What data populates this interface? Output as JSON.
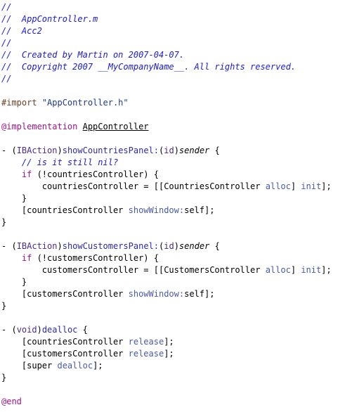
{
  "file": {
    "name": "AppController.m"
  },
  "colors": {
    "comment": "#1b1bd6",
    "preprocessor": "#6d3f1f",
    "keyword": "#a0138c",
    "string": "#1f3a8a",
    "type": "#4b2b8a",
    "selector": "#2a2aa8",
    "system_method": "#4a5aa8",
    "plain": "#000000",
    "background": "#ffffff"
  },
  "code": {
    "lines": [
      [
        {
          "t": "comment",
          "v": "//"
        }
      ],
      [
        {
          "t": "comment",
          "v": "//  AppController.m"
        }
      ],
      [
        {
          "t": "comment",
          "v": "//  Acc2"
        }
      ],
      [
        {
          "t": "comment",
          "v": "//"
        }
      ],
      [
        {
          "t": "comment",
          "v": "//  Created by Martin on 2007-04-07."
        }
      ],
      [
        {
          "t": "comment",
          "v": "//  Copyright 2007 __MyCompanyName__. All rights reserved."
        }
      ],
      [
        {
          "t": "comment",
          "v": "//"
        }
      ],
      [],
      [
        {
          "t": "preproc",
          "v": "#import"
        },
        {
          "t": "plain",
          "v": " "
        },
        {
          "t": "string",
          "v": "\"AppController.h\""
        }
      ],
      [],
      [
        {
          "t": "keyword",
          "v": "@implementation"
        },
        {
          "t": "plain",
          "v": " "
        },
        {
          "t": "classname",
          "v": "AppController"
        }
      ],
      [],
      [
        {
          "t": "plain",
          "v": "- ("
        },
        {
          "t": "type",
          "v": "IBAction"
        },
        {
          "t": "plain",
          "v": ")"
        },
        {
          "t": "selector",
          "v": "showCountriesPanel:"
        },
        {
          "t": "plain",
          "v": "("
        },
        {
          "t": "type",
          "v": "id"
        },
        {
          "t": "plain",
          "v": ")"
        },
        {
          "t": "param",
          "v": "sender"
        },
        {
          "t": "plain",
          "v": " {"
        }
      ],
      [
        {
          "t": "plain",
          "v": "    "
        },
        {
          "t": "comment",
          "v": "// is it still nil?"
        }
      ],
      [
        {
          "t": "plain",
          "v": "    "
        },
        {
          "t": "keyword",
          "v": "if"
        },
        {
          "t": "plain",
          "v": " (!countriesController) {"
        }
      ],
      [
        {
          "t": "plain",
          "v": "        countriesController = [[CountriesController "
        },
        {
          "t": "sysmethod",
          "v": "alloc"
        },
        {
          "t": "plain",
          "v": "] "
        },
        {
          "t": "sysmethod",
          "v": "init"
        },
        {
          "t": "plain",
          "v": "];"
        }
      ],
      [
        {
          "t": "plain",
          "v": "    }"
        }
      ],
      [
        {
          "t": "plain",
          "v": "    [countriesController "
        },
        {
          "t": "sysmethod",
          "v": "showWindow:"
        },
        {
          "t": "plain",
          "v": "self];"
        }
      ],
      [
        {
          "t": "plain",
          "v": "}"
        }
      ],
      [],
      [
        {
          "t": "plain",
          "v": "- ("
        },
        {
          "t": "type",
          "v": "IBAction"
        },
        {
          "t": "plain",
          "v": ")"
        },
        {
          "t": "selector",
          "v": "showCustomersPanel:"
        },
        {
          "t": "plain",
          "v": "("
        },
        {
          "t": "type",
          "v": "id"
        },
        {
          "t": "plain",
          "v": ")"
        },
        {
          "t": "param",
          "v": "sender"
        },
        {
          "t": "plain",
          "v": " {"
        }
      ],
      [
        {
          "t": "plain",
          "v": "    "
        },
        {
          "t": "keyword",
          "v": "if"
        },
        {
          "t": "plain",
          "v": " (!customersController) {"
        }
      ],
      [
        {
          "t": "plain",
          "v": "        customersController = [[CustomersController "
        },
        {
          "t": "sysmethod",
          "v": "alloc"
        },
        {
          "t": "plain",
          "v": "] "
        },
        {
          "t": "sysmethod",
          "v": "init"
        },
        {
          "t": "plain",
          "v": "];"
        }
      ],
      [
        {
          "t": "plain",
          "v": "    }"
        }
      ],
      [
        {
          "t": "plain",
          "v": "    [customersController "
        },
        {
          "t": "sysmethod",
          "v": "showWindow:"
        },
        {
          "t": "plain",
          "v": "self];"
        }
      ],
      [
        {
          "t": "plain",
          "v": "}"
        }
      ],
      [],
      [
        {
          "t": "plain",
          "v": "- ("
        },
        {
          "t": "type",
          "v": "void"
        },
        {
          "t": "plain",
          "v": ")"
        },
        {
          "t": "selector",
          "v": "dealloc"
        },
        {
          "t": "plain",
          "v": " {"
        }
      ],
      [
        {
          "t": "plain",
          "v": "    [countriesController "
        },
        {
          "t": "sysmethod",
          "v": "release"
        },
        {
          "t": "plain",
          "v": "];"
        }
      ],
      [
        {
          "t": "plain",
          "v": "    [customersController "
        },
        {
          "t": "sysmethod",
          "v": "release"
        },
        {
          "t": "plain",
          "v": "];"
        }
      ],
      [
        {
          "t": "plain",
          "v": "    [super "
        },
        {
          "t": "sysmethod",
          "v": "dealloc"
        },
        {
          "t": "plain",
          "v": "];"
        }
      ],
      [
        {
          "t": "plain",
          "v": "}"
        }
      ],
      [],
      [
        {
          "t": "keyword",
          "v": "@end"
        }
      ]
    ]
  }
}
